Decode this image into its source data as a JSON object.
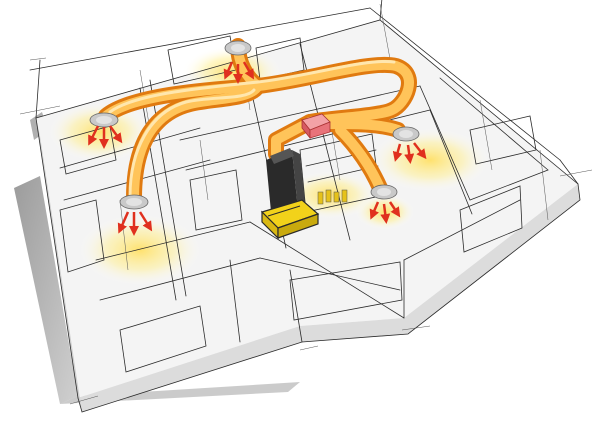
{
  "scene": {
    "description_hidden": "",
    "colors": {
      "duct_outer": "#f08a1c",
      "duct_inner": "#ffc45a",
      "duct_highlight": "#ffe3a0",
      "vent_glow": "#ffe066",
      "arrow_red": "#e0301e",
      "distribution_box": "#e8737a",
      "unit_dark": "#2a2a2a",
      "unit_yellow": "#f2d21a",
      "shadow_gray": "#9a9a9a",
      "wall_line": "#2b2b2b"
    },
    "components": [
      {
        "id": "air-handler-unit",
        "kind": "ventilation-unit"
      },
      {
        "id": "distribution-box",
        "kind": "junction"
      },
      {
        "id": "vent-1",
        "kind": "ceiling-vent"
      },
      {
        "id": "vent-2",
        "kind": "ceiling-vent"
      },
      {
        "id": "vent-3",
        "kind": "ceiling-vent"
      },
      {
        "id": "vent-4",
        "kind": "ceiling-vent"
      },
      {
        "id": "vent-5",
        "kind": "ceiling-vent"
      },
      {
        "id": "vent-6",
        "kind": "ceiling-vent"
      }
    ]
  }
}
